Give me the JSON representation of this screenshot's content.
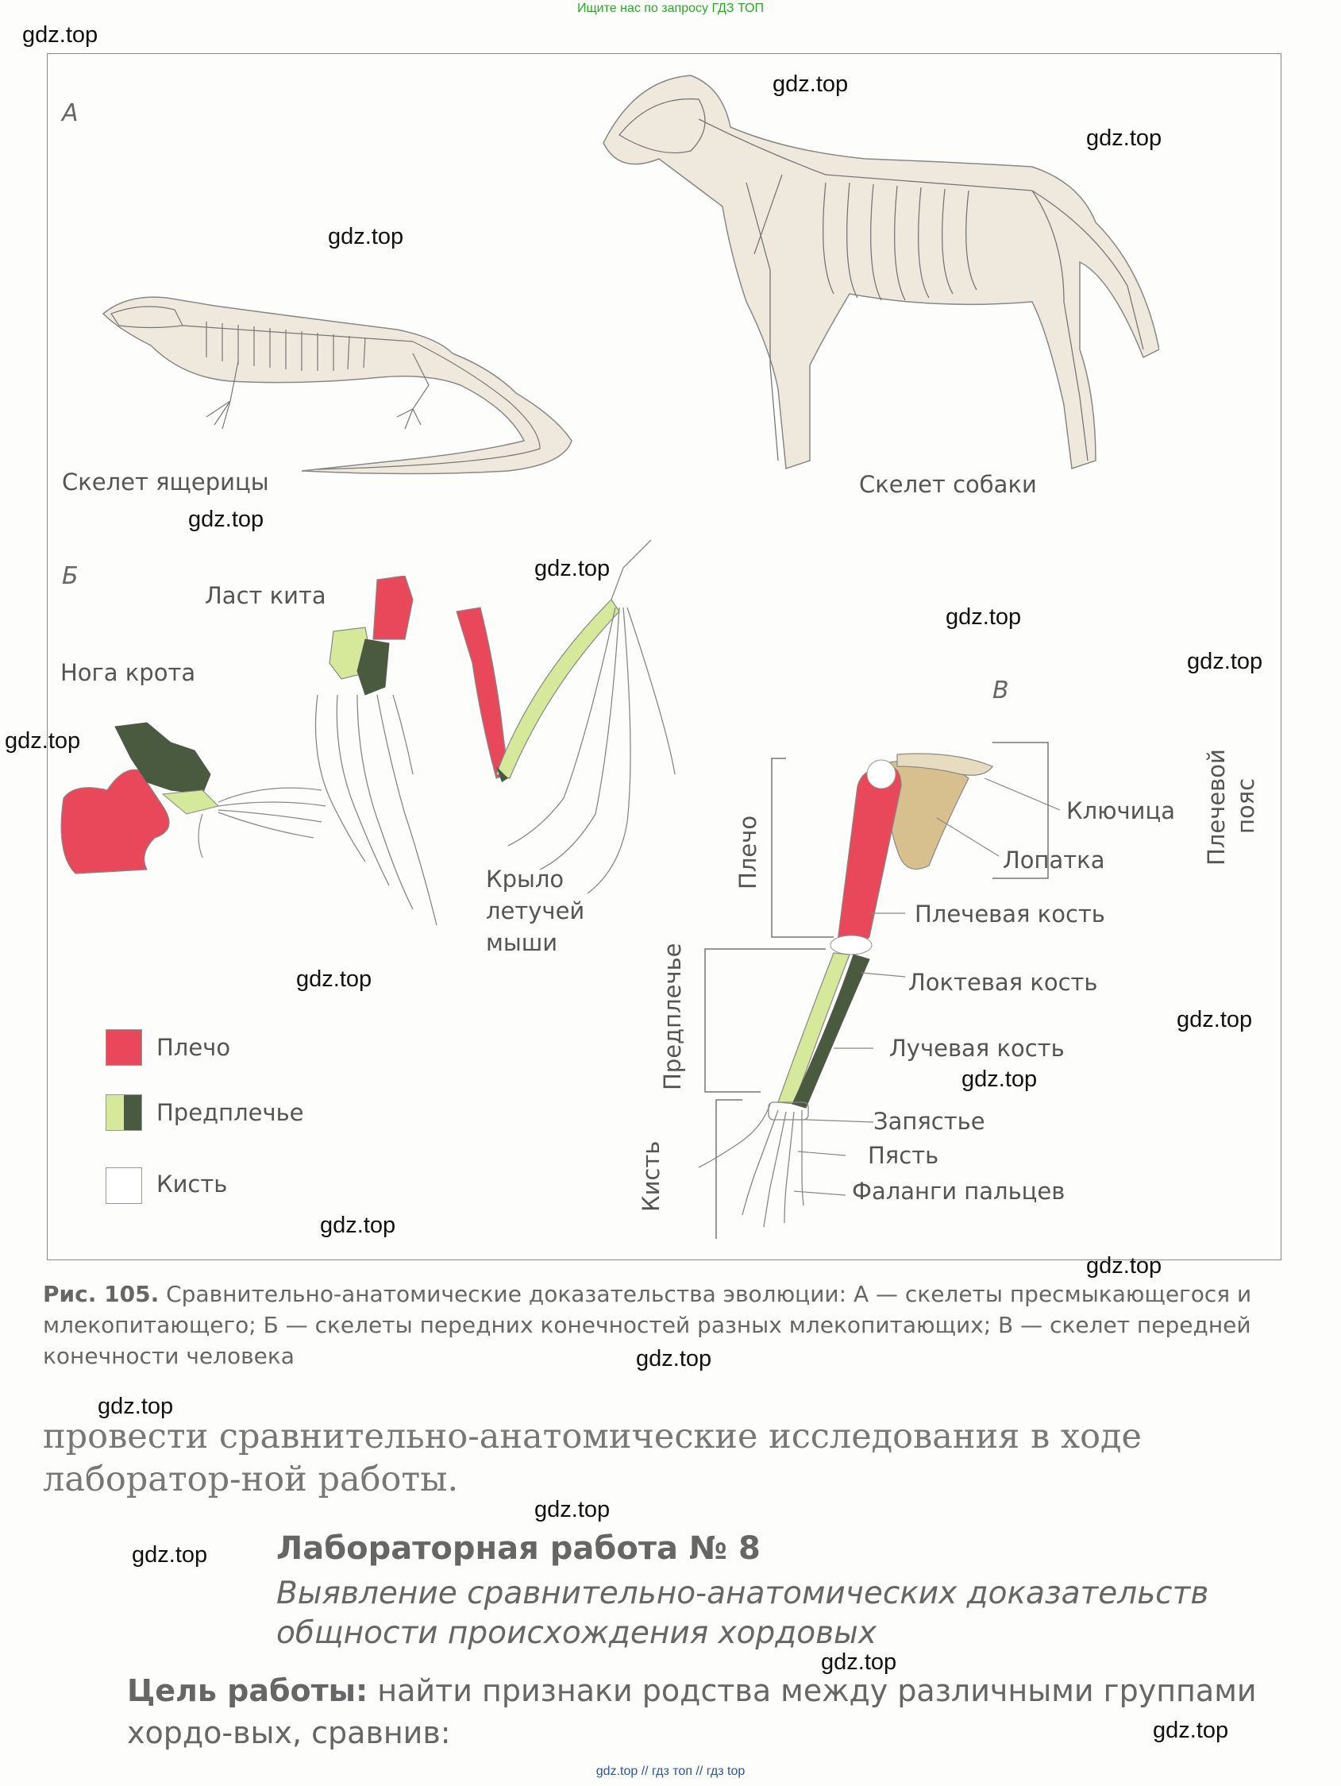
{
  "banner_top": "Ищите нас по запросу ГДЗ ТОП",
  "banner_bottom": "gdz.top // гдз топ // гдз top",
  "watermark": "gdz.top",
  "figure": {
    "section_a": "А",
    "section_b": "Б",
    "section_v": "В",
    "lizard_label": "Скелет ящерицы",
    "dog_label": "Скелет собаки",
    "whale_label": "Ласт кита",
    "mole_label": "Нога крота",
    "bat_label": [
      "Крыло",
      "летучей",
      "мыши"
    ],
    "legend": [
      {
        "label": "Плечо"
      },
      {
        "label": "Предплечье"
      },
      {
        "label": "Кисть"
      }
    ],
    "arm_labels": {
      "clavicle": "Ключица",
      "scapula": "Лопатка",
      "humerus": "Плечевая кость",
      "ulna": "Локтевая кость",
      "radius": "Лучевая кость",
      "carpus": "Запястье",
      "metacarpus": "Пясть",
      "phalanges": "Фаланги пальцев"
    },
    "bracket_labels": {
      "shoulder": "Плечо",
      "forearm": "Предплечье",
      "hand": "Кисть",
      "shoulder_girdle": [
        "Плечевой",
        "пояс"
      ]
    },
    "colors": {
      "shoulder": "#e8485a",
      "forearm_light": "#d6e89a",
      "forearm_dark": "#4a5a3e",
      "scapula": "#d8bf8e",
      "body_fill": "#efe9dd"
    }
  },
  "caption": {
    "label": "Рис. 105.",
    "text": "Сравнительно-анатомические доказательства эволюции: А — скелеты пресмыкающегося и млекопитающего; Б — скелеты передних конечностей разных млекопитающих; В — скелет передней конечности человека"
  },
  "body_text": "провести сравнительно-анатомические исследования в ходе лаборатор-ной работы.",
  "lab": {
    "title": "Лабораторная работа № 8",
    "subtitle": "Выявление сравнительно-анатомических доказательств общности происхождения хордовых"
  },
  "goal": {
    "label": "Цель работы:",
    "text": "найти признаки родства между различными группами хордо-вых, сравнив:"
  }
}
